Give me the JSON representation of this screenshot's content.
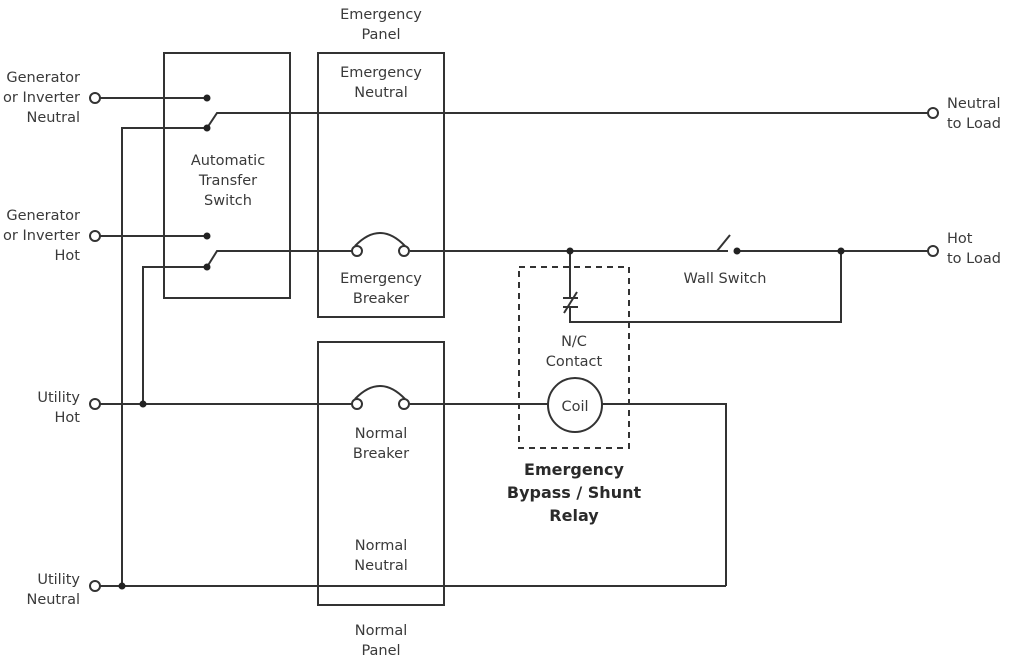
{
  "terminals": {
    "gen_neutral": [
      "Generator",
      "or Inverter",
      "Neutral"
    ],
    "gen_hot": [
      "Generator",
      "or Inverter",
      "Hot"
    ],
    "utility_hot": [
      "Utility",
      "Hot"
    ],
    "utility_neutral": [
      "Utility",
      "Neutral"
    ],
    "neutral_to_load": [
      "Neutral",
      "to Load"
    ],
    "hot_to_load": [
      "Hot",
      "to Load"
    ]
  },
  "ats": {
    "label": [
      "Automatic",
      "Transfer",
      "Switch"
    ]
  },
  "emergency_panel": {
    "title": [
      "Emergency",
      "Panel"
    ],
    "neutral": [
      "Emergency",
      "Neutral"
    ],
    "breaker": [
      "Emergency",
      "Breaker"
    ]
  },
  "normal_panel": {
    "title": [
      "Normal",
      "Panel"
    ],
    "breaker": [
      "Normal",
      "Breaker"
    ],
    "neutral": [
      "Normal",
      "Neutral"
    ]
  },
  "relay": {
    "contact": [
      "N/C",
      "Contact"
    ],
    "coil": "Coil",
    "title": [
      "Emergency",
      "Bypass / Shunt",
      "Relay"
    ]
  },
  "wall_switch": "Wall Switch"
}
